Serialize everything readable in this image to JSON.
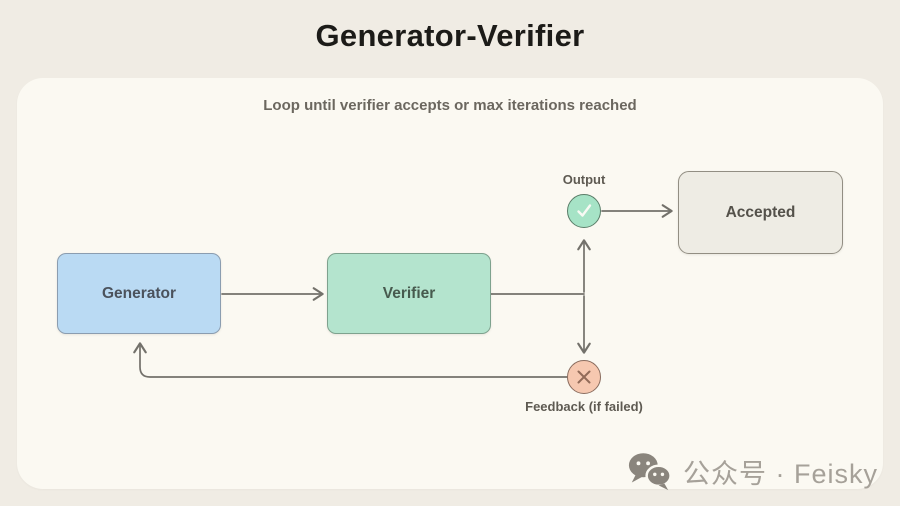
{
  "title": "Generator-Verifier",
  "panel": {
    "subtitle": "Loop until verifier accepts or max iterations reached"
  },
  "nodes": {
    "generator": {
      "label": "Generator",
      "fill": "#badaf3",
      "border": "#8b9db0"
    },
    "verifier": {
      "label": "Verifier",
      "fill": "#b4e4ce",
      "border": "#7ea28e"
    },
    "accepted": {
      "label": "Accepted",
      "fill": "#eeece4",
      "border": "#928e83"
    }
  },
  "markers": {
    "output": {
      "label": "Output",
      "icon": "check-circle-icon",
      "fill": "#a6e3c6",
      "border": "#5a7d68"
    },
    "feedback": {
      "label": "Feedback (if failed)",
      "icon": "cross-circle-icon",
      "fill": "#f6c8b0",
      "border": "#8a6c5e"
    }
  },
  "colors": {
    "background": "#f0ece4",
    "panel": "#fbf9f2",
    "arrow": "#73716b",
    "title_text": "#1c1b18",
    "subtitle_text": "#6b675f",
    "watermark_text": "#a6a199"
  },
  "watermark": {
    "icon": "wechat-icon",
    "text": "公众号 · Feisky"
  }
}
